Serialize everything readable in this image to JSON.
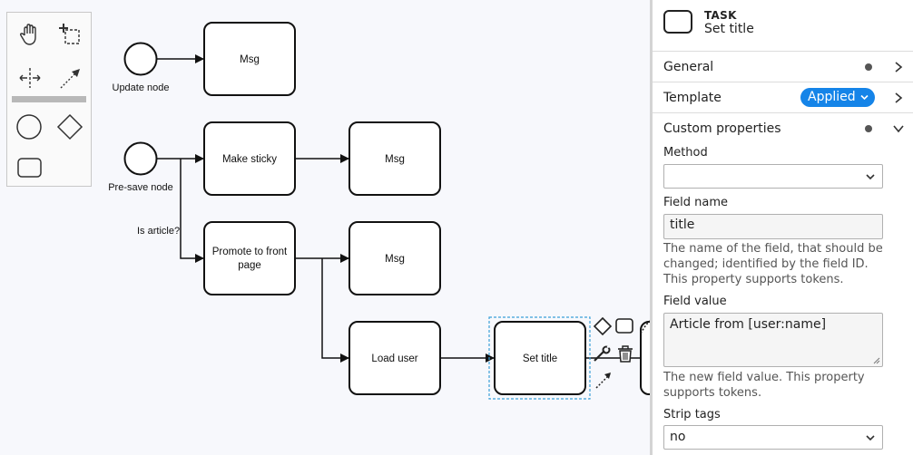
{
  "diagram": {
    "nodes": {
      "msg1": "Msg",
      "make_sticky": "Make sticky",
      "msg2": "Msg",
      "promote_line1": "Promote to front",
      "promote_line2": "page",
      "msg3": "Msg",
      "load_user": "Load user",
      "set_title": "Set title"
    },
    "events": {
      "update_node": "Update node",
      "presave_node": "Pre-save node"
    },
    "flow_label": "Is article?"
  },
  "palette": {
    "tools": [
      "hand-tool",
      "lasso-tool",
      "space-tool",
      "connect-tool",
      "create-event",
      "create-gateway",
      "create-task"
    ]
  },
  "panel": {
    "header": {
      "type": "TASK",
      "name": "Set title"
    },
    "groups": {
      "general": "General",
      "template": "Template",
      "template_badge": "Applied",
      "custom": "Custom properties"
    },
    "fields": {
      "method_label": "Method",
      "method_value": "",
      "field_name_label": "Field name",
      "field_name_value": "title",
      "field_name_help": "The name of the field, that should be changed; identified by the field ID. This property supports tokens.",
      "field_value_label": "Field value",
      "field_value_value": "Article from [user:name]",
      "field_value_help": "The new field value. This property supports tokens.",
      "strip_tags_label": "Strip tags",
      "strip_tags_value": "no"
    }
  },
  "colors": {
    "accent": "#1584e8",
    "selection": "#3ba0d8"
  }
}
